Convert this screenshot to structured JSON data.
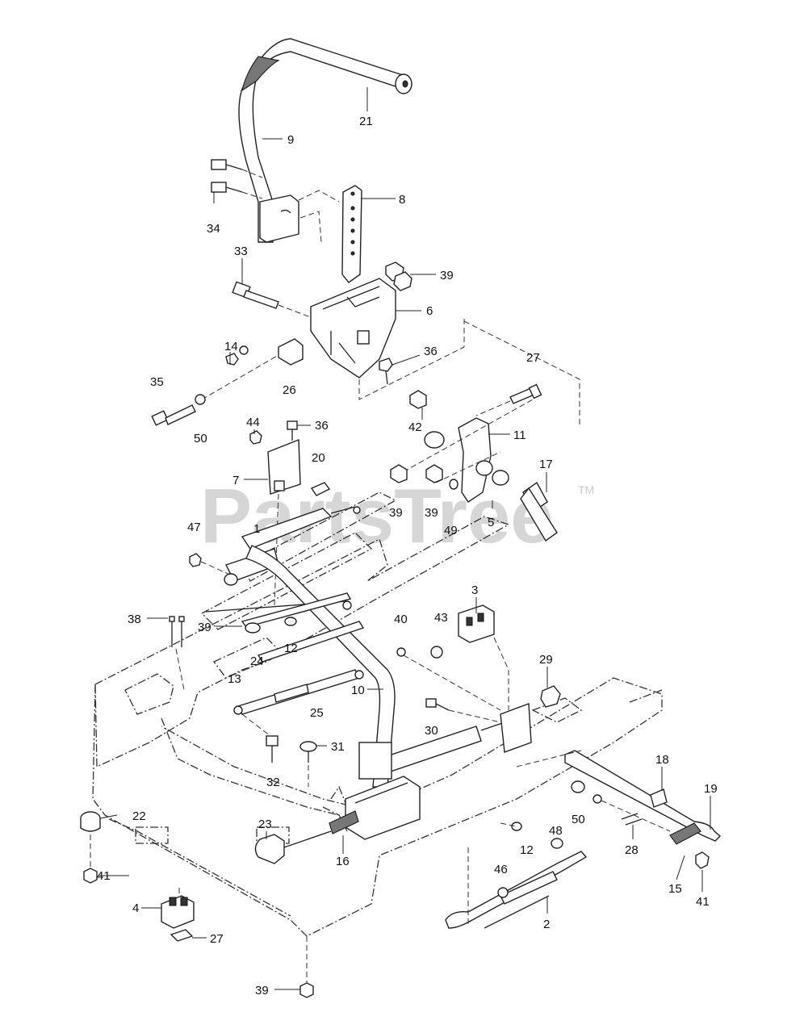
{
  "watermark": {
    "text": "PartsTree",
    "tm": "TM"
  },
  "callouts": [
    {
      "num": "21"
    },
    {
      "num": "9"
    },
    {
      "num": "8"
    },
    {
      "num": "34"
    },
    {
      "num": "33"
    },
    {
      "num": "39"
    },
    {
      "num": "6"
    },
    {
      "num": "14"
    },
    {
      "num": "36"
    },
    {
      "num": "27"
    },
    {
      "num": "35"
    },
    {
      "num": "26"
    },
    {
      "num": "50"
    },
    {
      "num": "42"
    },
    {
      "num": "44"
    },
    {
      "num": "36"
    },
    {
      "num": "11"
    },
    {
      "num": "20"
    },
    {
      "num": "7"
    },
    {
      "num": "17"
    },
    {
      "num": "39"
    },
    {
      "num": "39"
    },
    {
      "num": "49"
    },
    {
      "num": "5"
    },
    {
      "num": "1"
    },
    {
      "num": "47"
    },
    {
      "num": "3"
    },
    {
      "num": "38"
    },
    {
      "num": "39"
    },
    {
      "num": "40"
    },
    {
      "num": "43"
    },
    {
      "num": "12"
    },
    {
      "num": "29"
    },
    {
      "num": "24"
    },
    {
      "num": "13"
    },
    {
      "num": "10"
    },
    {
      "num": "25"
    },
    {
      "num": "30"
    },
    {
      "num": "31"
    },
    {
      "num": "32"
    },
    {
      "num": "18"
    },
    {
      "num": "19"
    },
    {
      "num": "22"
    },
    {
      "num": "23"
    },
    {
      "num": "48"
    },
    {
      "num": "50"
    },
    {
      "num": "28"
    },
    {
      "num": "16"
    },
    {
      "num": "12"
    },
    {
      "num": "46"
    },
    {
      "num": "15"
    },
    {
      "num": "41"
    },
    {
      "num": "41"
    },
    {
      "num": "4"
    },
    {
      "num": "2"
    },
    {
      "num": "27"
    },
    {
      "num": "39"
    }
  ]
}
